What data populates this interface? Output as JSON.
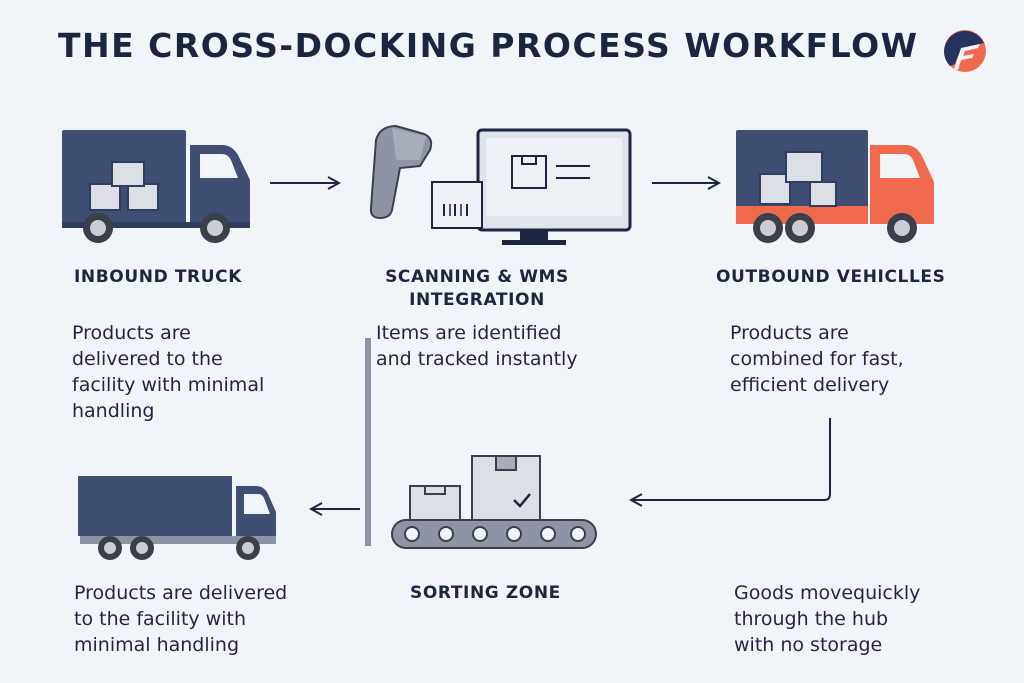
{
  "title": "THE CROSS-DOCKING PROCESS WORKFLOW",
  "colors": {
    "navy": "#3e4f73",
    "orange": "#ef6a4c",
    "gray": "#8e94a3",
    "box": "#dcdfe5",
    "background": "#f1f5fa"
  },
  "icons": [
    "inbound-truck-icon",
    "barcode-scanner-icon",
    "monitor-icon",
    "outbound-truck-icon",
    "conveyor-belt-icon",
    "delivery-truck-icon",
    "brand-logo-icon"
  ],
  "steps": {
    "inbound": {
      "heading": "INBOUND TRUCK",
      "lines": [
        "Products are",
        "delivered to the",
        "facility with minimal",
        "handling"
      ]
    },
    "scanning": {
      "heading_lines": [
        "SCANNING & WMS",
        "INTEGRATION"
      ],
      "lines": [
        "Items are identified",
        "and tracked instantly"
      ]
    },
    "outbound": {
      "heading": "OUTBOUND VEHICLLES",
      "lines": [
        "Products are",
        "combined for fast,",
        "efficient delivery"
      ]
    },
    "sorting": {
      "heading": "SORTING ZONE"
    },
    "delivery": {
      "lines": [
        "Products are delivered",
        "to the facility with",
        "minimal handling"
      ]
    },
    "goods": {
      "lines": [
        "Goods movequickly",
        "through the hub",
        "with no storage"
      ]
    }
  }
}
